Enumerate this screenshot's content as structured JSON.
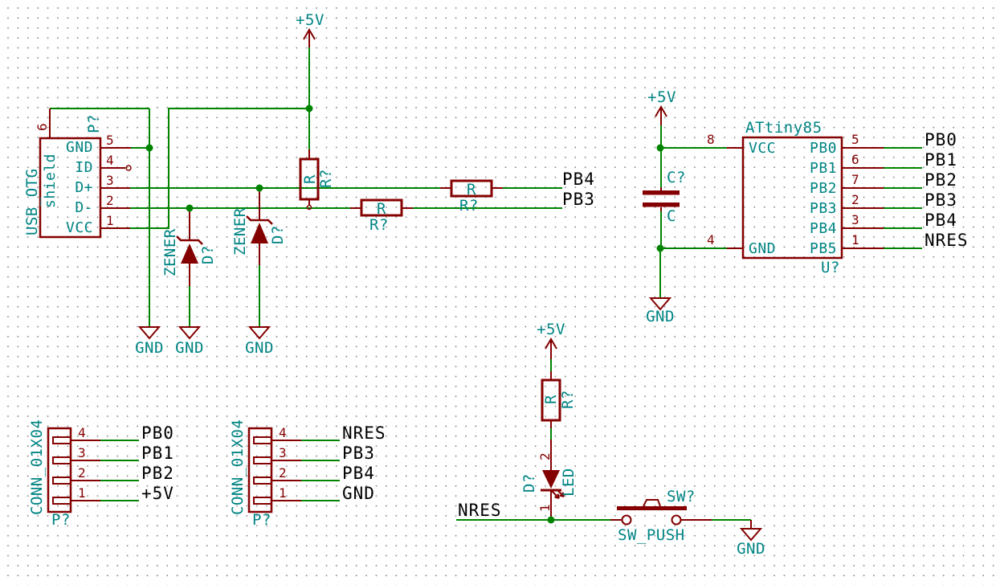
{
  "colors": {
    "wire": "#008400",
    "component_outline": "#840000",
    "component_text": "#008484",
    "net_label": "#000000",
    "grid_dot": "#8a8a8a",
    "background": "#ffffff"
  },
  "power": {
    "plus5v": "+5V",
    "gnd": "GND"
  },
  "usb": {
    "ref": "P?",
    "part": "USB_OTG",
    "shield_pin": "shield",
    "pin6_number": "6",
    "pins": [
      {
        "number": "5",
        "name": "GND"
      },
      {
        "number": "4",
        "name": "ID"
      },
      {
        "number": "3",
        "name": "D+"
      },
      {
        "number": "2",
        "name": "D-"
      },
      {
        "number": "1",
        "name": "VCC"
      }
    ]
  },
  "zener": {
    "ref": "D?",
    "value": "ZENER"
  },
  "resistor": {
    "ref": "R?",
    "value": "R"
  },
  "capacitor": {
    "ref": "C?",
    "value": "C"
  },
  "attiny": {
    "title": "ATtiny85",
    "ref": "U?",
    "left_pins": [
      {
        "number": "8",
        "name": "VCC"
      },
      {
        "number": "4",
        "name": "GND"
      }
    ],
    "right_pins": [
      {
        "number": "5",
        "name": "PB0",
        "net": "PB0"
      },
      {
        "number": "6",
        "name": "PB1",
        "net": "PB1"
      },
      {
        "number": "7",
        "name": "PB2",
        "net": "PB2"
      },
      {
        "number": "2",
        "name": "PB3",
        "net": "PB3"
      },
      {
        "number": "3",
        "name": "PB4",
        "net": "PB4"
      },
      {
        "number": "1",
        "name": "PB5",
        "net": "NRES"
      }
    ]
  },
  "net_labels": {
    "pb4": "PB4",
    "pb3": "PB3",
    "nres": "NRES"
  },
  "conn1": {
    "part": "CONN_01X04",
    "ref": "P?",
    "pins": [
      {
        "number": "4",
        "net": "PB0"
      },
      {
        "number": "3",
        "net": "PB1"
      },
      {
        "number": "2",
        "net": "PB2"
      },
      {
        "number": "1",
        "net": "+5V"
      }
    ]
  },
  "conn2": {
    "part": "CONN_01X04",
    "ref": "P?",
    "pins": [
      {
        "number": "4",
        "net": "NRES"
      },
      {
        "number": "3",
        "net": "PB3"
      },
      {
        "number": "2",
        "net": "PB4"
      },
      {
        "number": "1",
        "net": "GND"
      }
    ]
  },
  "led": {
    "ref": "D?",
    "value": "LED",
    "pin_top": "2",
    "pin_bottom": "1"
  },
  "push_switch": {
    "ref": "SW?",
    "value": "SW_PUSH"
  }
}
